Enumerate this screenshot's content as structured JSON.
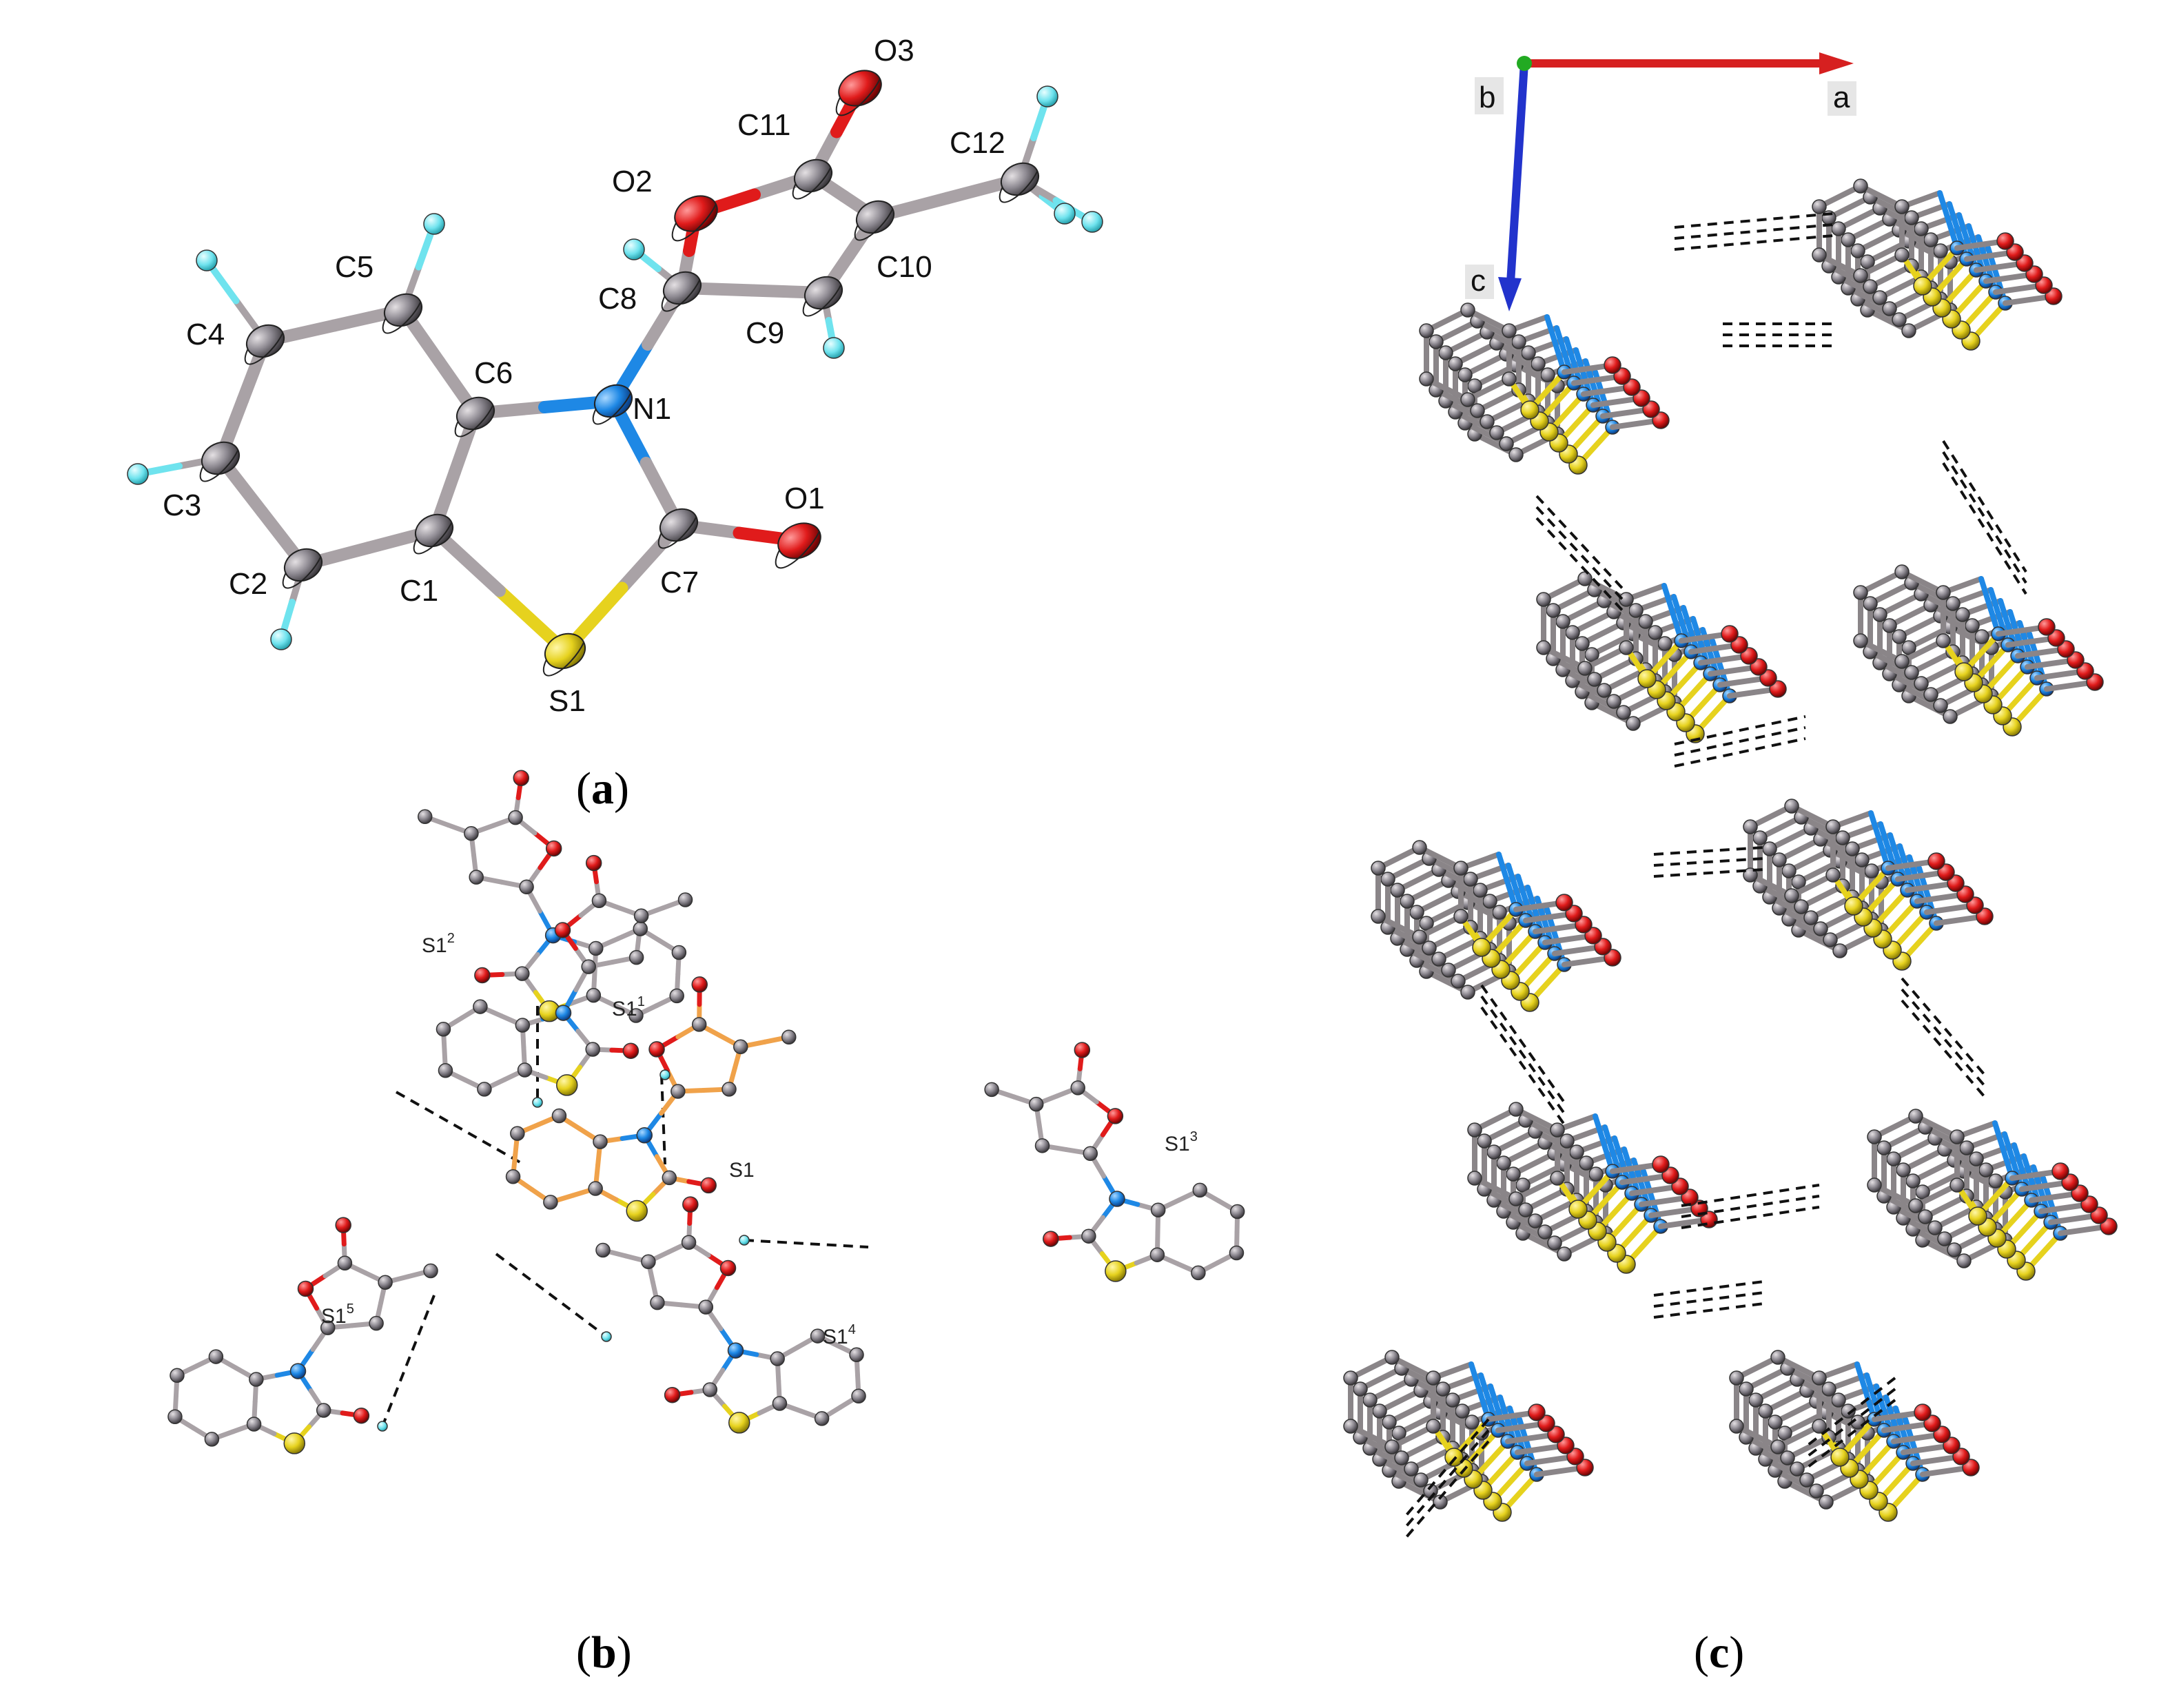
{
  "panels": {
    "a": {
      "label_open": "(",
      "label_letter": "a",
      "label_close": ")",
      "atoms": [
        "O3",
        "C11",
        "C12",
        "O2",
        "C5",
        "C10",
        "C4",
        "C8",
        "C9",
        "C6",
        "N1",
        "C3",
        "O1",
        "C2",
        "C1",
        "C7",
        "S1"
      ]
    },
    "b": {
      "label_open": "(",
      "label_letter": "b",
      "label_close": ")",
      "symmetry_labels": [
        {
          "base": "S1",
          "sup": "2"
        },
        {
          "base": "S1",
          "sup": "1"
        },
        {
          "base": "S1",
          "sup": ""
        },
        {
          "base": "S1",
          "sup": "3"
        },
        {
          "base": "S1",
          "sup": "5"
        },
        {
          "base": "S1",
          "sup": "4"
        }
      ]
    },
    "c": {
      "label_open": "(",
      "label_letter": "c",
      "label_close": ")",
      "axes": {
        "a": "a",
        "b": "b",
        "c": "c"
      }
    }
  },
  "colors": {
    "carbon": "#8c8890",
    "carbon_dark": "#5f5b62",
    "bond": "#a9a2a6",
    "nitrogen": "#1e88e5",
    "oxygen": "#e01b1b",
    "sulfur": "#e6d21e",
    "hydrogen": "#6fe3ee",
    "orange": "#f0a24a",
    "axis_a": "#d62020",
    "axis_c": "#2233cc",
    "axis_b": "#22aa22"
  }
}
